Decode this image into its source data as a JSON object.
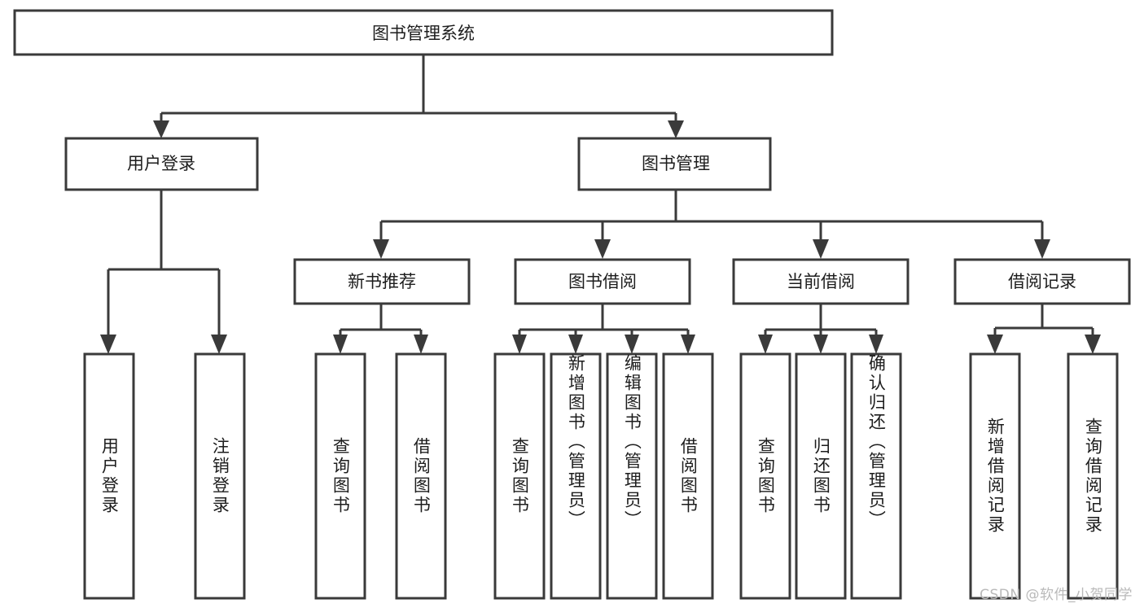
{
  "diagram": {
    "type": "tree",
    "title": "图书管理系统",
    "watermark": "CSDN @软件_小贺同学",
    "colors": {
      "box_stroke": "#3a3a3a",
      "box_fill": "#ffffff",
      "text": "#1d1d1d",
      "watermark": "#b9b9b9",
      "background": "#ffffff"
    },
    "root": {
      "label": "图书管理系统"
    },
    "level2": [
      {
        "label": "用户登录"
      },
      {
        "label": "图书管理"
      }
    ],
    "level3": [
      {
        "label": "新书推荐"
      },
      {
        "label": "图书借阅"
      },
      {
        "label": "当前借阅"
      },
      {
        "label": "借阅记录"
      }
    ],
    "leaves": {
      "user_login": [
        {
          "label": "用户登录"
        },
        {
          "label": "注销登录"
        }
      ],
      "new_book_recommend": [
        {
          "label": "查询图书"
        },
        {
          "label": "借阅图书"
        }
      ],
      "book_borrow": [
        {
          "label": "查询图书"
        },
        {
          "label": "新增图书（管理员）"
        },
        {
          "label": "编辑图书（管理员）"
        },
        {
          "label": "借阅图书"
        }
      ],
      "current_borrow": [
        {
          "label": "查询图书"
        },
        {
          "label": "归还图书"
        },
        {
          "label": "确认归还（管理员）"
        }
      ],
      "borrow_record": [
        {
          "label": "新增借阅记录"
        },
        {
          "label": "查询借阅记录"
        }
      ]
    }
  }
}
